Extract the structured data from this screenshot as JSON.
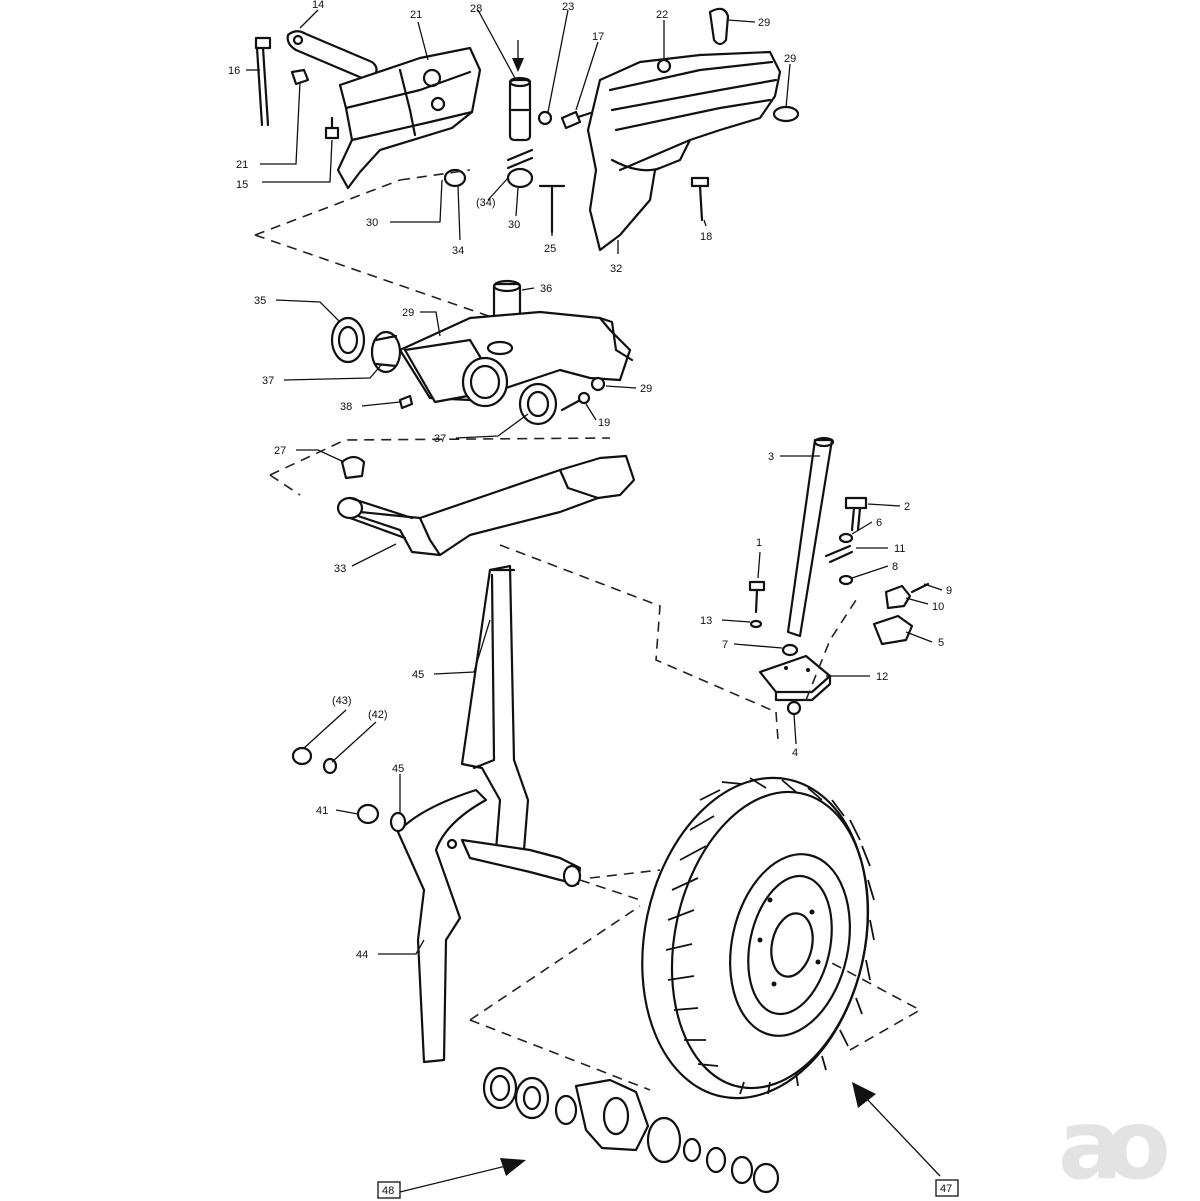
{
  "diagram": {
    "callouts": [
      {
        "id": "c14",
        "text": "14"
      },
      {
        "id": "c21a",
        "text": "21"
      },
      {
        "id": "c28",
        "text": "28"
      },
      {
        "id": "c23a",
        "text": "23"
      },
      {
        "id": "c17",
        "text": "17"
      },
      {
        "id": "c22",
        "text": "22"
      },
      {
        "id": "c29a",
        "text": "29"
      },
      {
        "id": "c29b",
        "text": "29"
      },
      {
        "id": "c16",
        "text": "16"
      },
      {
        "id": "c21b",
        "text": "21"
      },
      {
        "id": "c15",
        "text": "15"
      },
      {
        "id": "c30a",
        "text": "30"
      },
      {
        "id": "c34a",
        "text": "34"
      },
      {
        "id": "c34b",
        "text": "(34)"
      },
      {
        "id": "c30b",
        "text": "30"
      },
      {
        "id": "c25",
        "text": "25"
      },
      {
        "id": "c32",
        "text": "32"
      },
      {
        "id": "c18a",
        "text": "18"
      },
      {
        "id": "c36",
        "text": "36"
      },
      {
        "id": "c35",
        "text": "35"
      },
      {
        "id": "c29c",
        "text": "29"
      },
      {
        "id": "c37a",
        "text": "37"
      },
      {
        "id": "c38",
        "text": "38"
      },
      {
        "id": "c37b",
        "text": "37"
      },
      {
        "id": "c29d",
        "text": "29"
      },
      {
        "id": "c19",
        "text": "19"
      },
      {
        "id": "c27",
        "text": "27"
      },
      {
        "id": "c33",
        "text": "33"
      },
      {
        "id": "c3",
        "text": "3"
      },
      {
        "id": "c2",
        "text": "2"
      },
      {
        "id": "c6",
        "text": "6"
      },
      {
        "id": "c1",
        "text": "1"
      },
      {
        "id": "c11",
        "text": "11"
      },
      {
        "id": "c8",
        "text": "8"
      },
      {
        "id": "c9",
        "text": "9"
      },
      {
        "id": "c10",
        "text": "10"
      },
      {
        "id": "c13",
        "text": "13"
      },
      {
        "id": "c5",
        "text": "5"
      },
      {
        "id": "c7",
        "text": "7"
      },
      {
        "id": "c12",
        "text": "12"
      },
      {
        "id": "c4",
        "text": "4"
      },
      {
        "id": "c45a",
        "text": "45"
      },
      {
        "id": "c43",
        "text": "(43)"
      },
      {
        "id": "c42",
        "text": "(42)"
      },
      {
        "id": "c45b",
        "text": "45"
      },
      {
        "id": "c41",
        "text": "41"
      },
      {
        "id": "c44",
        "text": "44"
      },
      {
        "id": "c48",
        "text": "48"
      },
      {
        "id": "c47",
        "text": "47"
      }
    ],
    "watermark_logo": "ao"
  }
}
